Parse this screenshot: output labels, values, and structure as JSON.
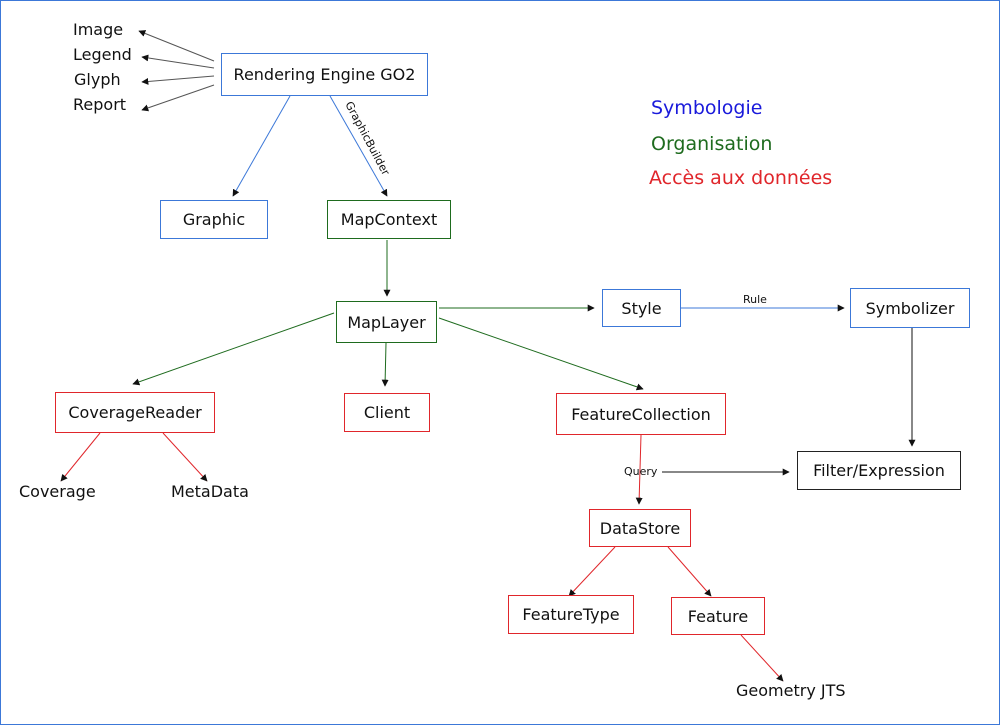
{
  "colors": {
    "symbologie": "#3c78d8",
    "organisation": "#1e6b1e",
    "acces": "#e0262b",
    "neutral": "#222222"
  },
  "nodes": {
    "rendering_engine": "Rendering Engine GO2",
    "graphic": "Graphic",
    "map_context": "MapContext",
    "map_layer": "MapLayer",
    "style": "Style",
    "symbolizer": "Symbolizer",
    "coverage_reader": "CoverageReader",
    "client": "Client",
    "feature_collection": "FeatureCollection",
    "filter_expression": "Filter/Expression",
    "data_store": "DataStore",
    "feature_type": "FeatureType",
    "feature": "Feature"
  },
  "labels": {
    "image": "Image",
    "legend": "Legend",
    "glyph": "Glyph",
    "report": "Report",
    "coverage": "Coverage",
    "metadata": "MetaData",
    "geometry": "Geometry JTS"
  },
  "edge_labels": {
    "graphic_builder": "GraphicBuilder",
    "rule": "Rule",
    "query": "Query"
  },
  "legend": {
    "symbologie": "Symbologie",
    "organisation": "Organisation",
    "acces": "Accès aux données"
  }
}
